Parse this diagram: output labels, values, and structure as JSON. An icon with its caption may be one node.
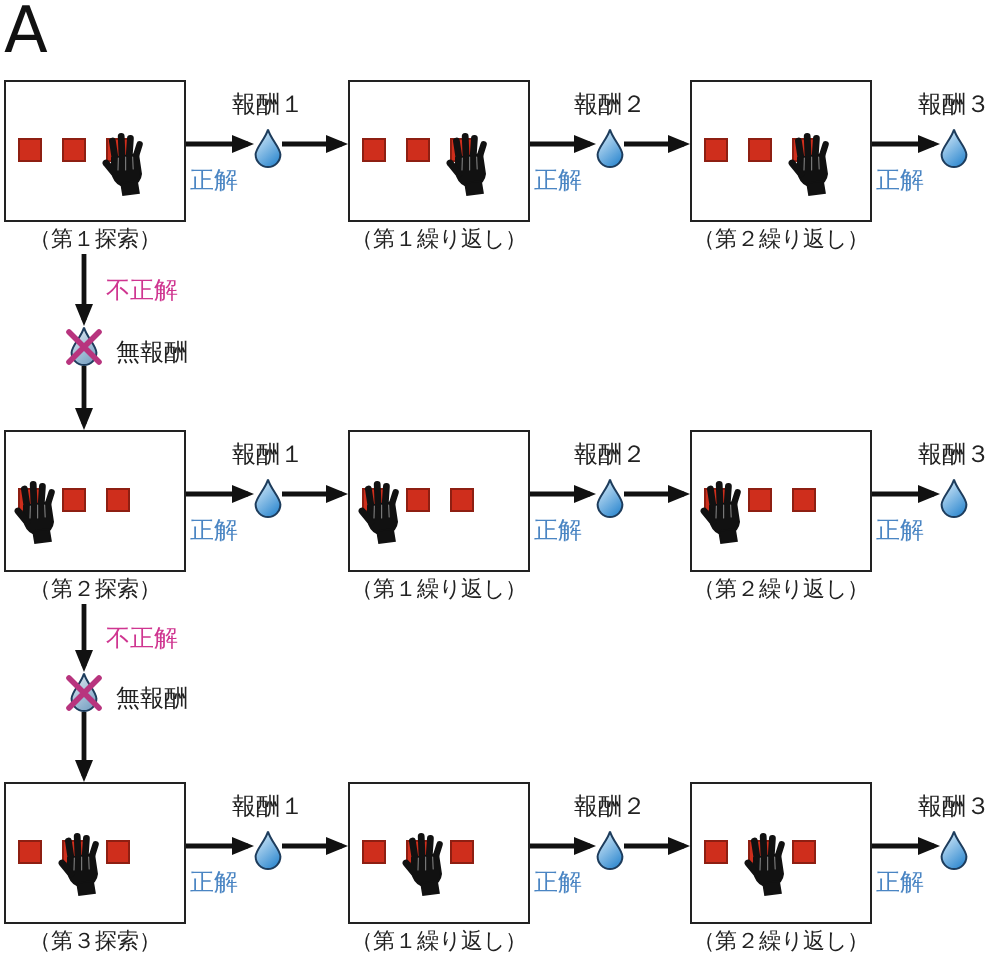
{
  "diagram": {
    "nodes": [
      {
        "text": [
          "（第１探索）"
        ]
      },
      {
        "text": [],
        "shape": "drop",
        "beside": [
          "報酬１"
        ]
      },
      {
        "text": [
          "（第１繰り返し）"
        ]
      },
      {
        "text": [],
        "shape": "drop",
        "beside": [
          "報酬２"
        ]
      },
      {
        "text": [
          "（第２繰り返し）"
        ]
      },
      {
        "text": [],
        "shape": "drop",
        "beside": [
          "報酬３"
        ]
      },
      {
        "text": [],
        "shape": "drop",
        "beside": [
          "無報酬"
        ]
      },
      {
        "text": [
          "（第２探索）"
        ]
      },
      {
        "text": [],
        "shape": "drop",
        "beside": [
          "報酬１"
        ]
      },
      {
        "text": [
          "（第１繰り返し）"
        ]
      },
      {
        "text": [],
        "shape": "drop",
        "beside": [
          "報酬２"
        ]
      },
      {
        "text": [
          "（第２繰り返し）"
        ]
      },
      {
        "text": [],
        "shape": "drop",
        "beside": [
          "報酬３"
        ]
      },
      {
        "text": [],
        "shape": "drop",
        "beside": [
          "無報酬"
        ]
      },
      {
        "text": [
          "（第３探索）"
        ]
      },
      {
        "text": [],
        "shape": "drop",
        "beside": [
          "報酬１"
        ]
      },
      {
        "text": [
          "（第１繰り返し）"
        ]
      },
      {
        "text": [],
        "shape": "drop",
        "beside": [
          "報酬２"
        ]
      },
      {
        "text": [
          "（第２繰り返し）"
        ]
      },
      {
        "text": [],
        "shape": "drop",
        "beside": [
          "報酬３"
        ]
      }
    ],
    "edges": [
      {
        "from": 0,
        "to": 1,
        "arrow": "to",
        "label": "正解"
      },
      {
        "from": 1,
        "to": 2,
        "arrow": "to"
      },
      {
        "from": 2,
        "to": 3,
        "arrow": "to",
        "label": "正解"
      },
      {
        "from": 3,
        "to": 4,
        "arrow": "to"
      },
      {
        "from": 4,
        "to": 5,
        "arrow": "to",
        "label": "正解"
      },
      {
        "from": 0,
        "to": 6,
        "arrow": "to",
        "label": "不正解"
      },
      {
        "from": 6,
        "to": 7,
        "arrow": "to"
      },
      {
        "from": 7,
        "to": 8,
        "arrow": "to",
        "label": "正解"
      },
      {
        "from": 8,
        "to": 9,
        "arrow": "to"
      },
      {
        "from": 9,
        "to": 10,
        "arrow": "to",
        "label": "正解"
      },
      {
        "from": 10,
        "to": 11,
        "arrow": "to"
      },
      {
        "from": 11,
        "to": 12,
        "arrow": "to",
        "label": "正解"
      },
      {
        "from": 7,
        "to": 13,
        "arrow": "to",
        "label": "不正解"
      },
      {
        "from": 13,
        "to": 14,
        "arrow": "to"
      },
      {
        "from": 14,
        "to": 15,
        "arrow": "to",
        "label": "正解"
      },
      {
        "from": 15,
        "to": 16,
        "arrow": "to"
      },
      {
        "from": 16,
        "to": 17,
        "arrow": "to",
        "label": "正解"
      },
      {
        "from": 17,
        "to": 18,
        "arrow": "to"
      },
      {
        "from": 18,
        "to": 19,
        "arrow": "to",
        "label": "正解"
      }
    ],
    "labels": [
      "A"
    ]
  }
}
